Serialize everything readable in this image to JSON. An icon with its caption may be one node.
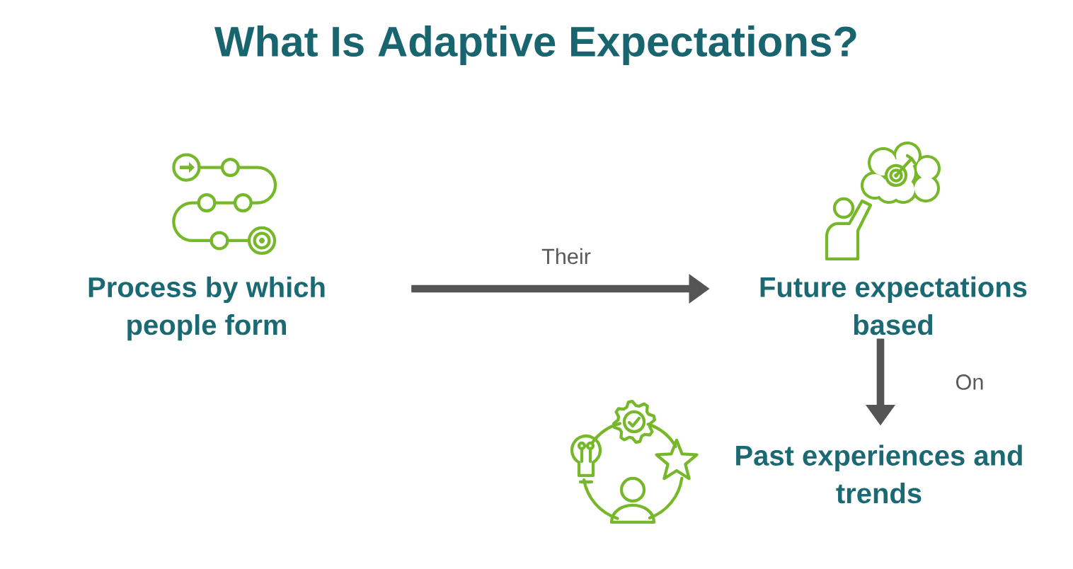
{
  "diagram": {
    "title": "What Is Adaptive Expectations?",
    "nodes": [
      {
        "text": [
          "Process by which people form"
        ]
      },
      {
        "text": [
          "Future expectations based"
        ]
      },
      {
        "text": [
          "Past experiences and trends"
        ]
      }
    ],
    "edges": [
      {
        "from": 0,
        "to": 1,
        "arrow": "to",
        "label": "Their"
      },
      {
        "from": 1,
        "to": 2,
        "arrow": "to",
        "label": "On"
      }
    ]
  }
}
